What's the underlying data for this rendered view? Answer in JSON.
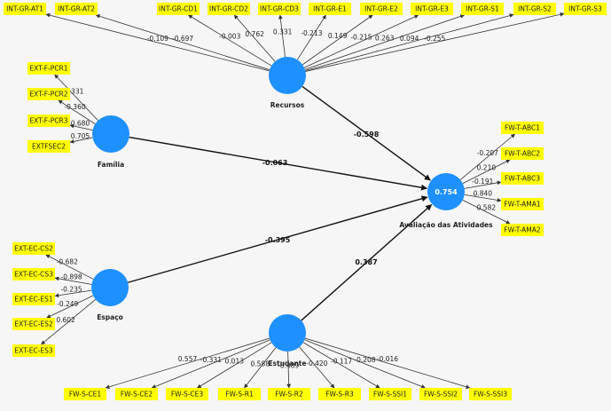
{
  "latents": [
    {
      "id": "recursos",
      "name": "Recursos",
      "value": ""
    },
    {
      "id": "familia",
      "name": "Família",
      "value": ""
    },
    {
      "id": "espaco",
      "name": "Espaço",
      "value": ""
    },
    {
      "id": "estudante",
      "name": "Estudante",
      "value": ""
    },
    {
      "id": "avaliacao",
      "name": "Avaliação das Atividades",
      "value": "0.754"
    }
  ],
  "paths": [
    {
      "from": "recursos",
      "to": "avaliacao",
      "coef": "-0.598"
    },
    {
      "from": "familia",
      "to": "avaliacao",
      "coef": "-0.063"
    },
    {
      "from": "espaco",
      "to": "avaliacao",
      "coef": "-0.395"
    },
    {
      "from": "estudante",
      "to": "avaliacao",
      "coef": "0.387"
    }
  ],
  "indicators": {
    "recursos": [
      {
        "label": "INT-GR-AT1",
        "weight": "-0.109"
      },
      {
        "label": "INT-GR-AT2",
        "weight": "-0.697"
      },
      {
        "label": "INT-GR-CD1",
        "weight": "-0.003"
      },
      {
        "label": "INT-GR-CD2",
        "weight": "0.762"
      },
      {
        "label": "INT-GR-CD3",
        "weight": "0.331"
      },
      {
        "label": "INT-GR-E1",
        "weight": "-0.213"
      },
      {
        "label": "INT-GR-E2",
        "weight": "0.149"
      },
      {
        "label": "INT-GR-E3",
        "weight": "-0.215"
      },
      {
        "label": "INT-GR-S1",
        "weight": "0.263"
      },
      {
        "label": "INT-GR-S2",
        "weight": "0.094"
      },
      {
        "label": "INT-GR-S3",
        "weight": "-0.255"
      }
    ],
    "familia": [
      {
        "label": "EXT-F-PCR1",
        "weight": "0.331"
      },
      {
        "label": "EXT-F-PCR2",
        "weight": "-0.360"
      },
      {
        "label": "EXT-F-PCR3",
        "weight": "0.680"
      },
      {
        "label": "EXTFSEC2",
        "weight": "0.705"
      }
    ],
    "espaco": [
      {
        "label": "EXT-EC-CS2",
        "weight": "-0.682"
      },
      {
        "label": "EXT-EC-CS3",
        "weight": "-0.898"
      },
      {
        "label": "EXT-EC-ES1",
        "weight": "-0.235"
      },
      {
        "label": "EXT-EC-ES2",
        "weight": "-0.249"
      },
      {
        "label": "EXT-EC-ES3",
        "weight": "0.602"
      }
    ],
    "estudante": [
      {
        "label": "FW-S-CE1",
        "weight": "0.557"
      },
      {
        "label": "FW-S-CE2",
        "weight": "-0.331"
      },
      {
        "label": "FW-S-CE3",
        "weight": "0.013"
      },
      {
        "label": "FW-S-R1",
        "weight": "0.588"
      },
      {
        "label": "FW-S-R2",
        "weight": "-0.489"
      },
      {
        "label": "FW-S-R3",
        "weight": "-0.420"
      },
      {
        "label": "FW-S-SSI1",
        "weight": "-0.117"
      },
      {
        "label": "FW-S-SSI2",
        "weight": "-0.208"
      },
      {
        "label": "FW-S-SSI3",
        "weight": "-0.016"
      }
    ],
    "avaliacao": [
      {
        "label": "FW-T-ABC1",
        "weight": "-0.207"
      },
      {
        "label": "FW-T-ABC2",
        "weight": "0.210"
      },
      {
        "label": "FW-T-ABC3",
        "weight": "-0.191"
      },
      {
        "label": "FW-T-AMA1",
        "weight": "0.840"
      },
      {
        "label": "FW-T-AMA2",
        "weight": "0.582"
      }
    ]
  },
  "colors": {
    "latent": "#1e90ff",
    "indicator": "#ffff00",
    "background": "#f6f6f6"
  }
}
